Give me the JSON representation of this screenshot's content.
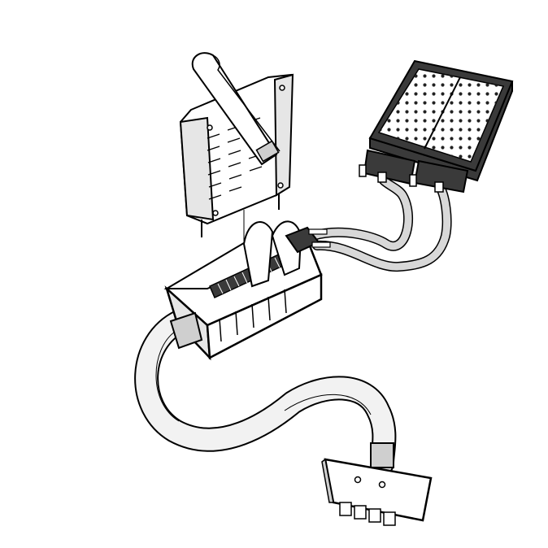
{
  "figure": {
    "background": "#ffffff",
    "line_color": "#000000",
    "cable_fill": "#f2f2f2",
    "shadow_fill": "#cfcfcf",
    "dark_fill": "#3a3a3a",
    "parts": [
      {
        "id": "card-cage",
        "icon": "card-cage-frame"
      },
      {
        "id": "connector-block",
        "icon": "ribbon-connector-block"
      },
      {
        "id": "main-cable",
        "icon": "cable"
      },
      {
        "id": "end-plug",
        "icon": "multi-pin-plug"
      },
      {
        "id": "module-grid",
        "icon": "perforated-module"
      },
      {
        "id": "module-cable-a",
        "icon": "cable"
      },
      {
        "id": "module-cable-b",
        "icon": "cable"
      }
    ]
  }
}
